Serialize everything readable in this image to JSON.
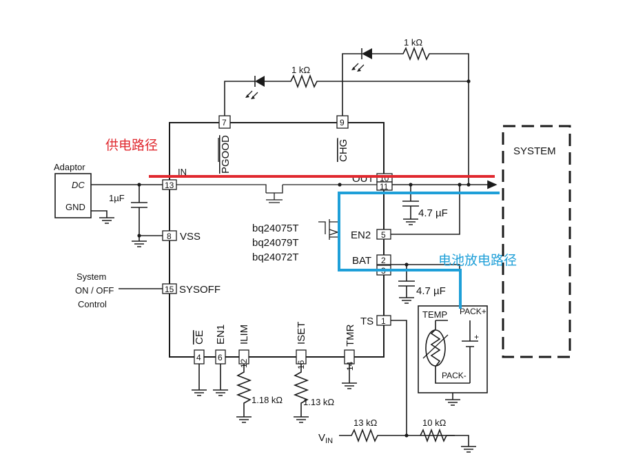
{
  "adaptor": {
    "title": "Adaptor",
    "dc": "DC",
    "gnd": "GND"
  },
  "input_cap": "1µF",
  "ic": {
    "parts": [
      "bq24075T",
      "bq24079T",
      "bq24072T"
    ],
    "pins": {
      "in": {
        "name": "IN",
        "num": "13"
      },
      "vss": {
        "name": "VSS",
        "num": "8"
      },
      "sysoff": {
        "name": "SYSOFF",
        "num": "15"
      },
      "pgood": {
        "name": "PGOOD",
        "num": "7"
      },
      "chg": {
        "name": "CHG",
        "num": "9"
      },
      "out": {
        "name": "OUT",
        "num_a": "10",
        "num_b": "11"
      },
      "en2": {
        "name": "EN2",
        "num": "5"
      },
      "bat": {
        "name": "BAT",
        "num_a": "2",
        "num_b": "3"
      },
      "ts": {
        "name": "TS",
        "num": "1"
      },
      "ce": {
        "name": "CE",
        "num": "4"
      },
      "en1": {
        "name": "EN1",
        "num": "6"
      },
      "ilim": {
        "name": "ILIM",
        "num": "12"
      },
      "iset": {
        "name": "ISET",
        "num": "16"
      },
      "tmr": {
        "name": "TMR",
        "num": "14"
      }
    }
  },
  "sysoff_control": {
    "line1": "System",
    "line2": "ON / OFF",
    "line3": "Control"
  },
  "resistors": {
    "led1": "1 kΩ",
    "led2": "1 kΩ",
    "ilim": "1.18 kΩ",
    "iset": "1.13 kΩ",
    "vin_top": "13 kΩ",
    "vin_bottom": "10 kΩ"
  },
  "caps": {
    "out": "4.7 µF",
    "bat": "4.7 µF"
  },
  "system_label": "SYSTEM",
  "pack": {
    "temp": "TEMP",
    "plus": "PACK+",
    "minus": "PACK-"
  },
  "vin": {
    "main": "V",
    "sub": "IN"
  },
  "annotations": {
    "supply_path": "供电路径",
    "battery_path": "电池放电路径"
  },
  "colors": {
    "supply_path": "#e0282e",
    "battery_path": "#1e9fd8",
    "wire": "#1a1a1a"
  }
}
